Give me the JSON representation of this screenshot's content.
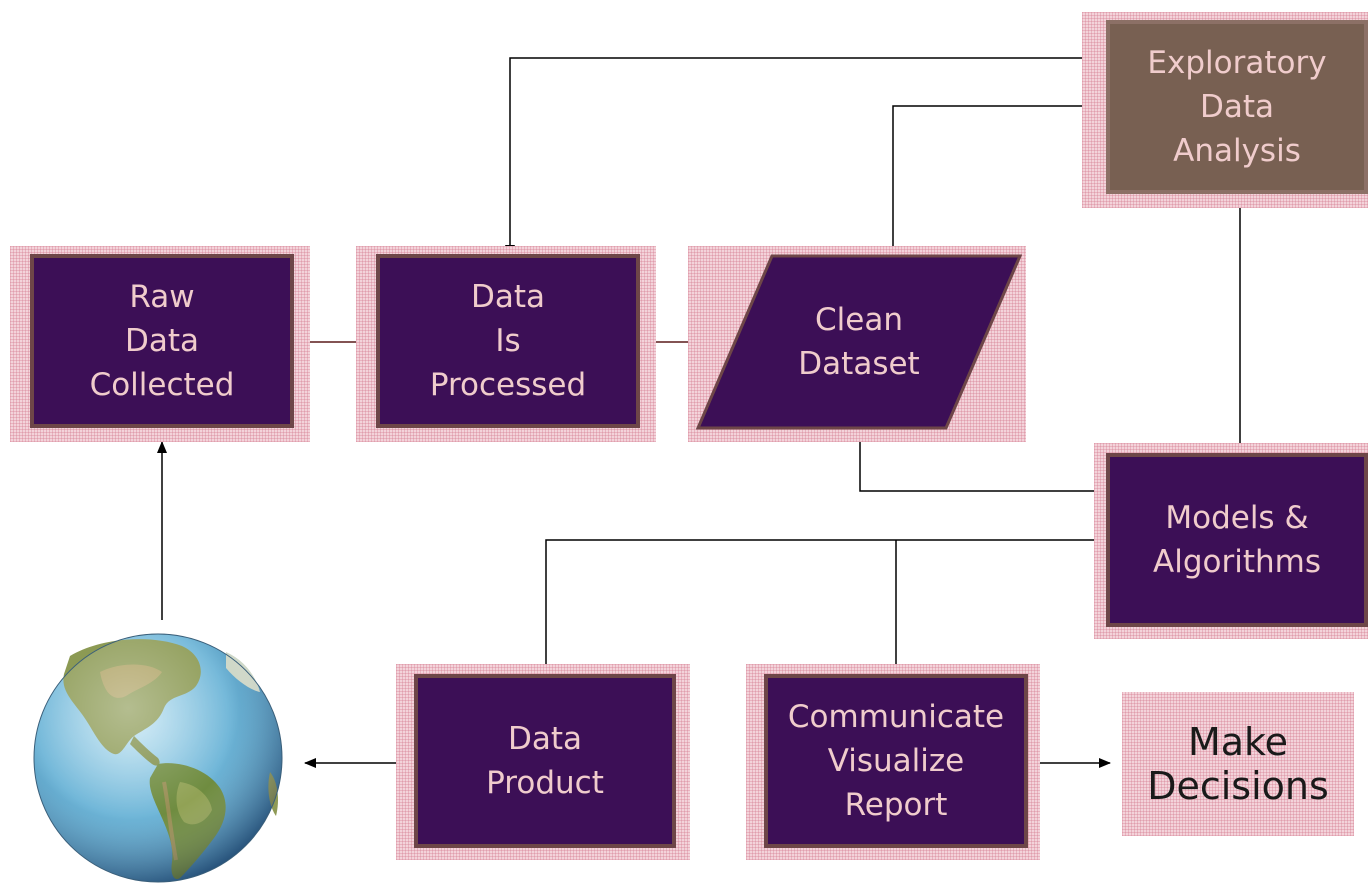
{
  "nodes": {
    "raw_data": [
      "Raw",
      "Data",
      "Collected"
    ],
    "processed": [
      "Data",
      "Is",
      "Processed"
    ],
    "clean": [
      "Clean",
      "Dataset"
    ],
    "eda": [
      "Exploratory",
      "Data",
      "Analysis"
    ],
    "models": [
      "Models &",
      "Algorithms"
    ],
    "product": [
      "Data",
      "Product"
    ],
    "communicate": [
      "Communicate",
      "Visualize",
      "Report"
    ],
    "decisions": [
      "Make",
      "Decisions"
    ]
  },
  "colors": {
    "box_fill": "#3c0f56",
    "eda_fill": "#786052",
    "halo": "#f3d3da",
    "text": "#f0cccc",
    "arrow": "#000000"
  },
  "icons": {
    "world": "globe-icon"
  }
}
